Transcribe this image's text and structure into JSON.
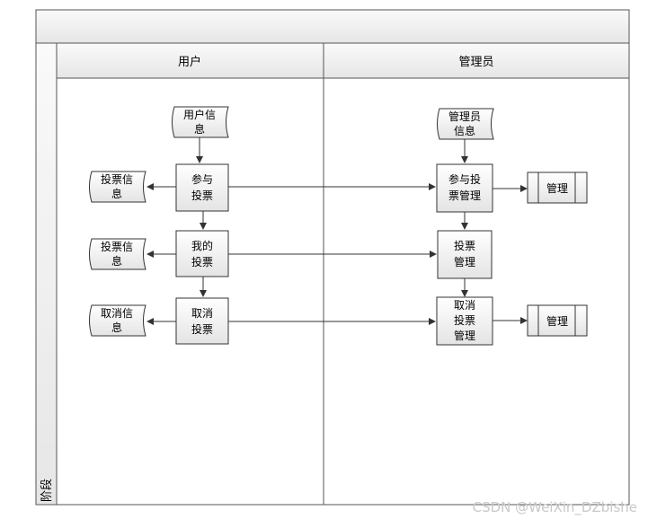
{
  "lanes": {
    "user": "用户",
    "admin": "管理员",
    "phase": "阶段"
  },
  "nodes": {
    "user_info": [
      "用户信",
      "息"
    ],
    "participate_vote": [
      "参与",
      "投票"
    ],
    "vote_info_1": [
      "投票信",
      "息"
    ],
    "my_votes": [
      "我的",
      "投票"
    ],
    "vote_info_2": [
      "投票信",
      "息"
    ],
    "cancel_vote": [
      "取消",
      "投票"
    ],
    "cancel_info": [
      "取消信",
      "息"
    ],
    "admin_info": [
      "管理员",
      "信息"
    ],
    "participate_vote_mgmt": [
      "参与投",
      "票管理"
    ],
    "manage_1": "管理",
    "vote_mgmt": [
      "投票",
      "管理"
    ],
    "cancel_vote_mgmt": [
      "取消",
      "投票",
      "管理"
    ],
    "manage_2": "管理"
  },
  "watermark": "CSDN @WeiXin_DZbishe"
}
